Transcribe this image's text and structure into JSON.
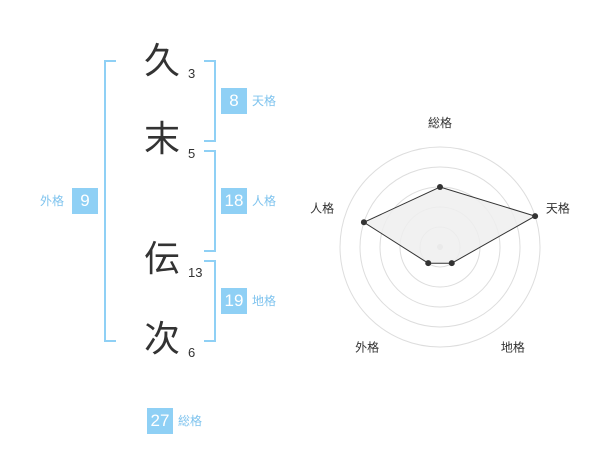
{
  "name": {
    "characters": [
      {
        "char": "久",
        "strokes": "3"
      },
      {
        "char": "末",
        "strokes": "5"
      },
      {
        "char": "伝",
        "strokes": "13"
      },
      {
        "char": "次",
        "strokes": "6"
      }
    ]
  },
  "fortunes": {
    "tenkaku": {
      "value": "8",
      "label": "天格"
    },
    "jinkaku": {
      "value": "18",
      "label": "人格"
    },
    "chikaku": {
      "value": "19",
      "label": "地格"
    },
    "gaikaku": {
      "value": "9",
      "label": "外格"
    },
    "soukaku": {
      "value": "27",
      "label": "総格"
    }
  },
  "colors": {
    "accent": "#8fd0f5",
    "accent_text": "#7ec3ee",
    "text": "#333333"
  },
  "chart_data": {
    "type": "radar",
    "axes": [
      "総格",
      "天格",
      "地格",
      "外格",
      "人格"
    ],
    "levels": 5,
    "values": [
      3,
      5,
      1,
      1,
      4
    ],
    "max": 5
  }
}
